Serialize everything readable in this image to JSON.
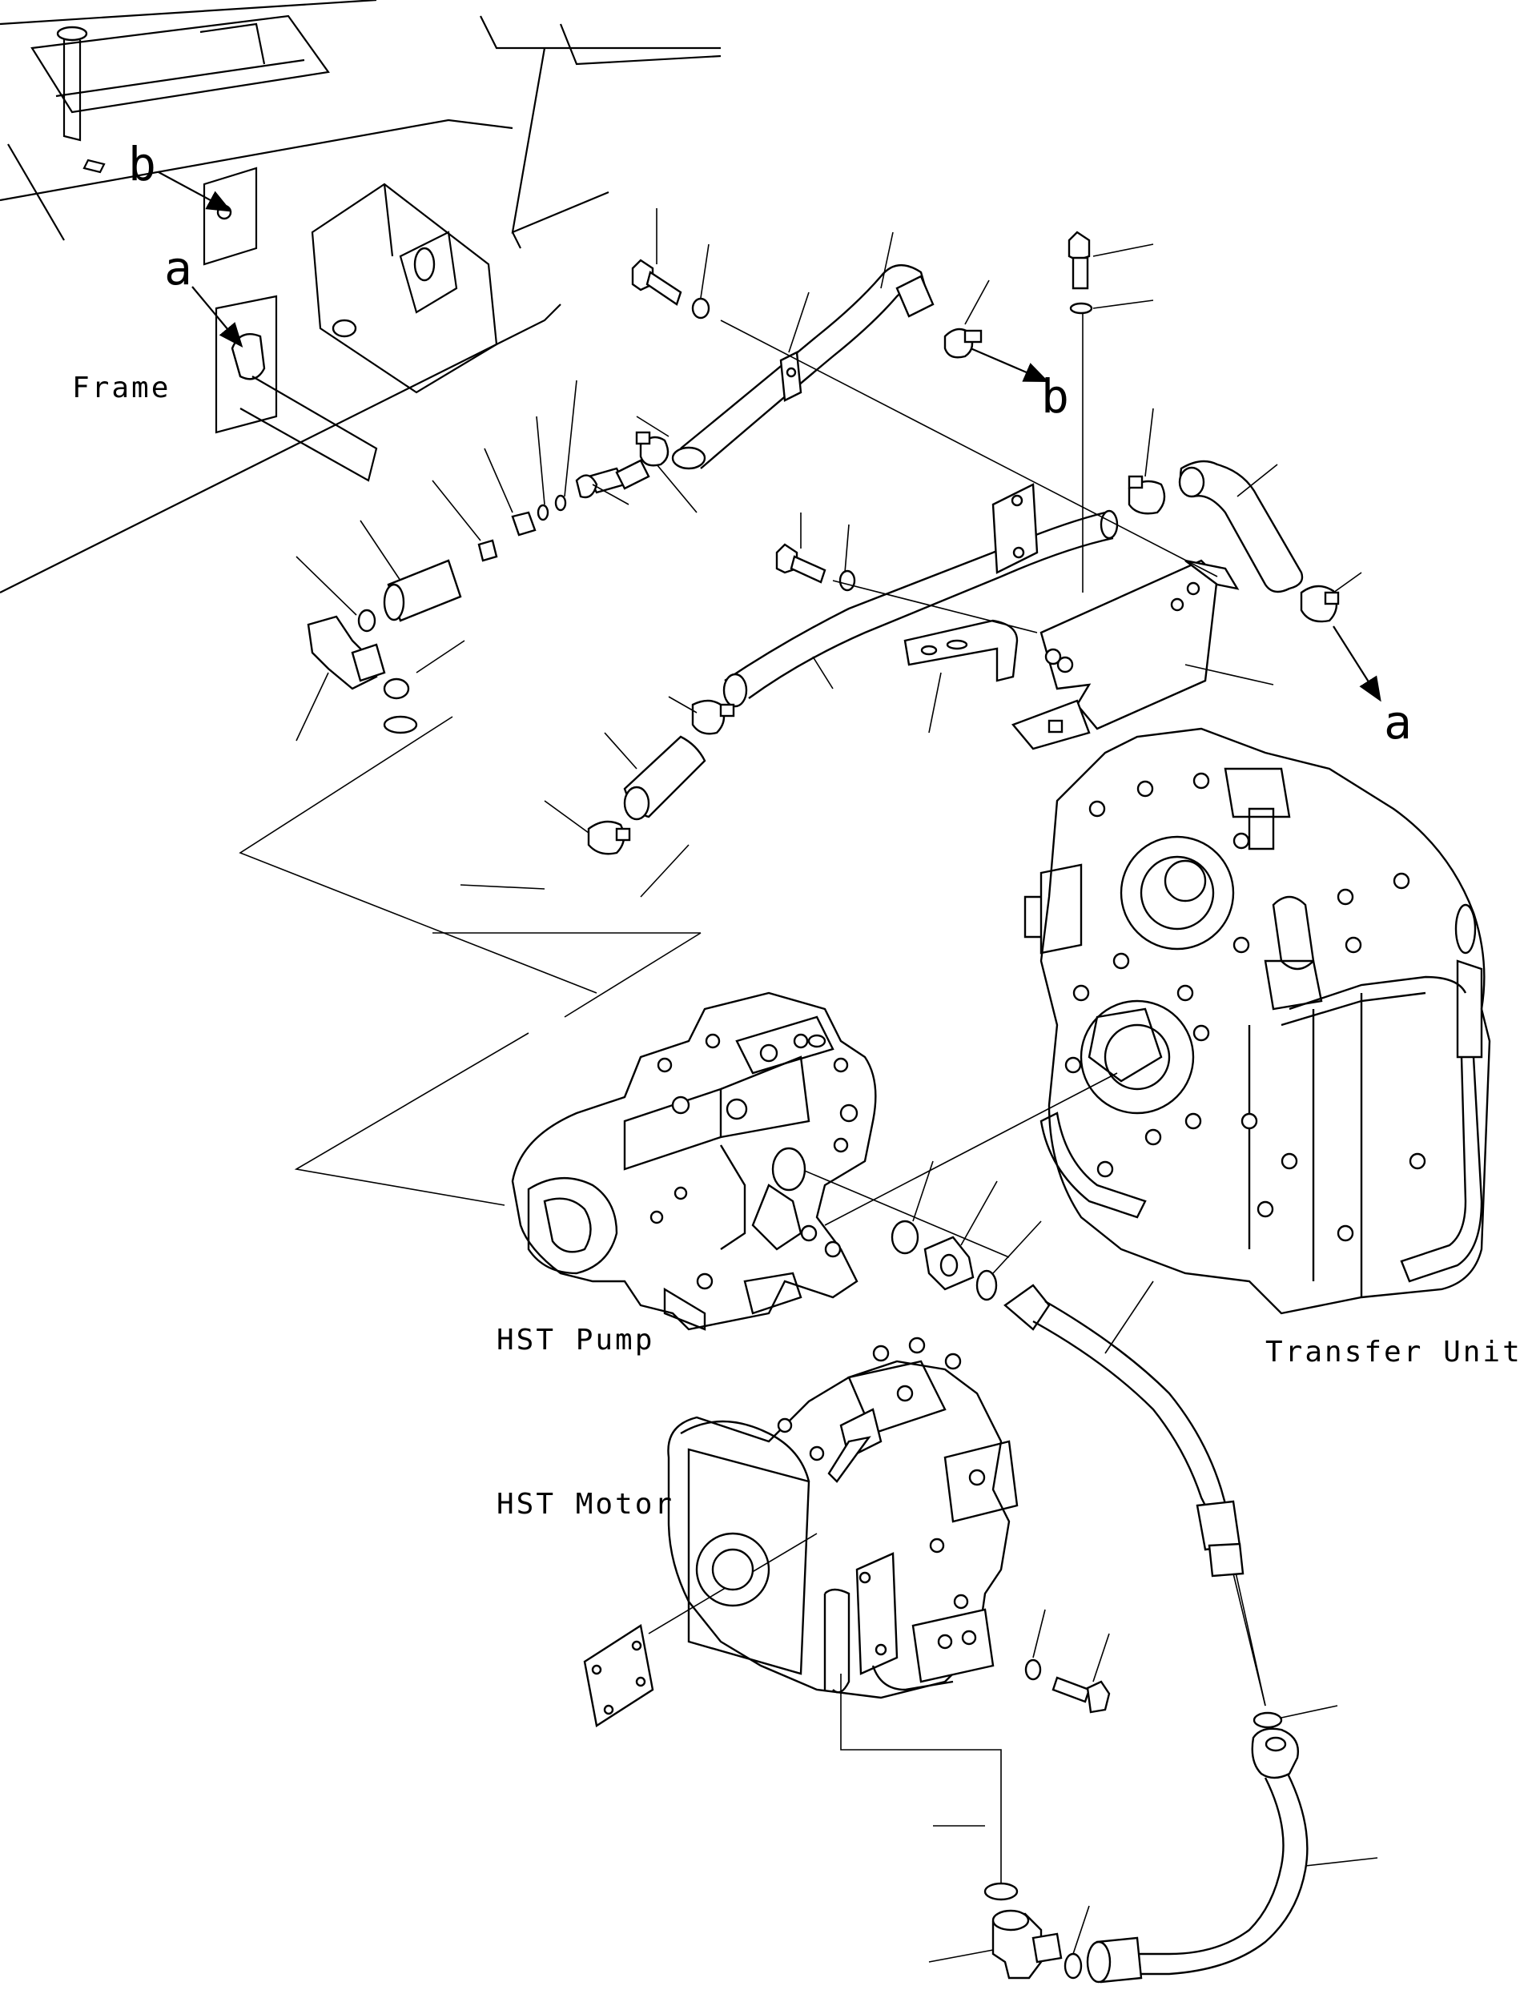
{
  "labels": {
    "frame": "Frame",
    "hst_pump": "HST Pump",
    "hst_motor": "HST Motor",
    "transfer_unit": "Transfer Unit"
  },
  "refs": {
    "b_top": "b",
    "a_top": "a",
    "b_right": "b",
    "a_right": "a"
  }
}
